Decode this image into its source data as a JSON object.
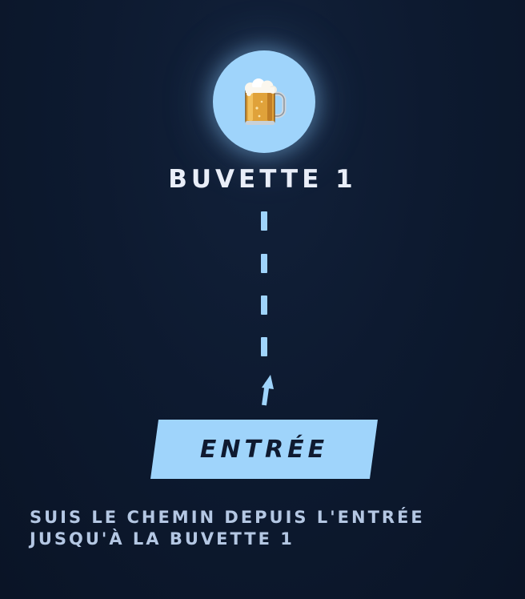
{
  "destination": {
    "label": "BUVETTE 1",
    "icon": "beer-mug-icon",
    "circle_color": "#9fd4fb"
  },
  "origin": {
    "label": "ENTRÉE",
    "tag_color": "#9fd4fb"
  },
  "instruction": {
    "line1": "SUIS LE CHEMIN DEPUIS L'ENTRÉE",
    "line2": "JUSQU'À LA BUVETTE 1"
  },
  "colors": {
    "background": "#0d1a30",
    "accent": "#9fd4fb",
    "label_text": "#e9eef8",
    "instruction_text": "#b4c7e3"
  }
}
